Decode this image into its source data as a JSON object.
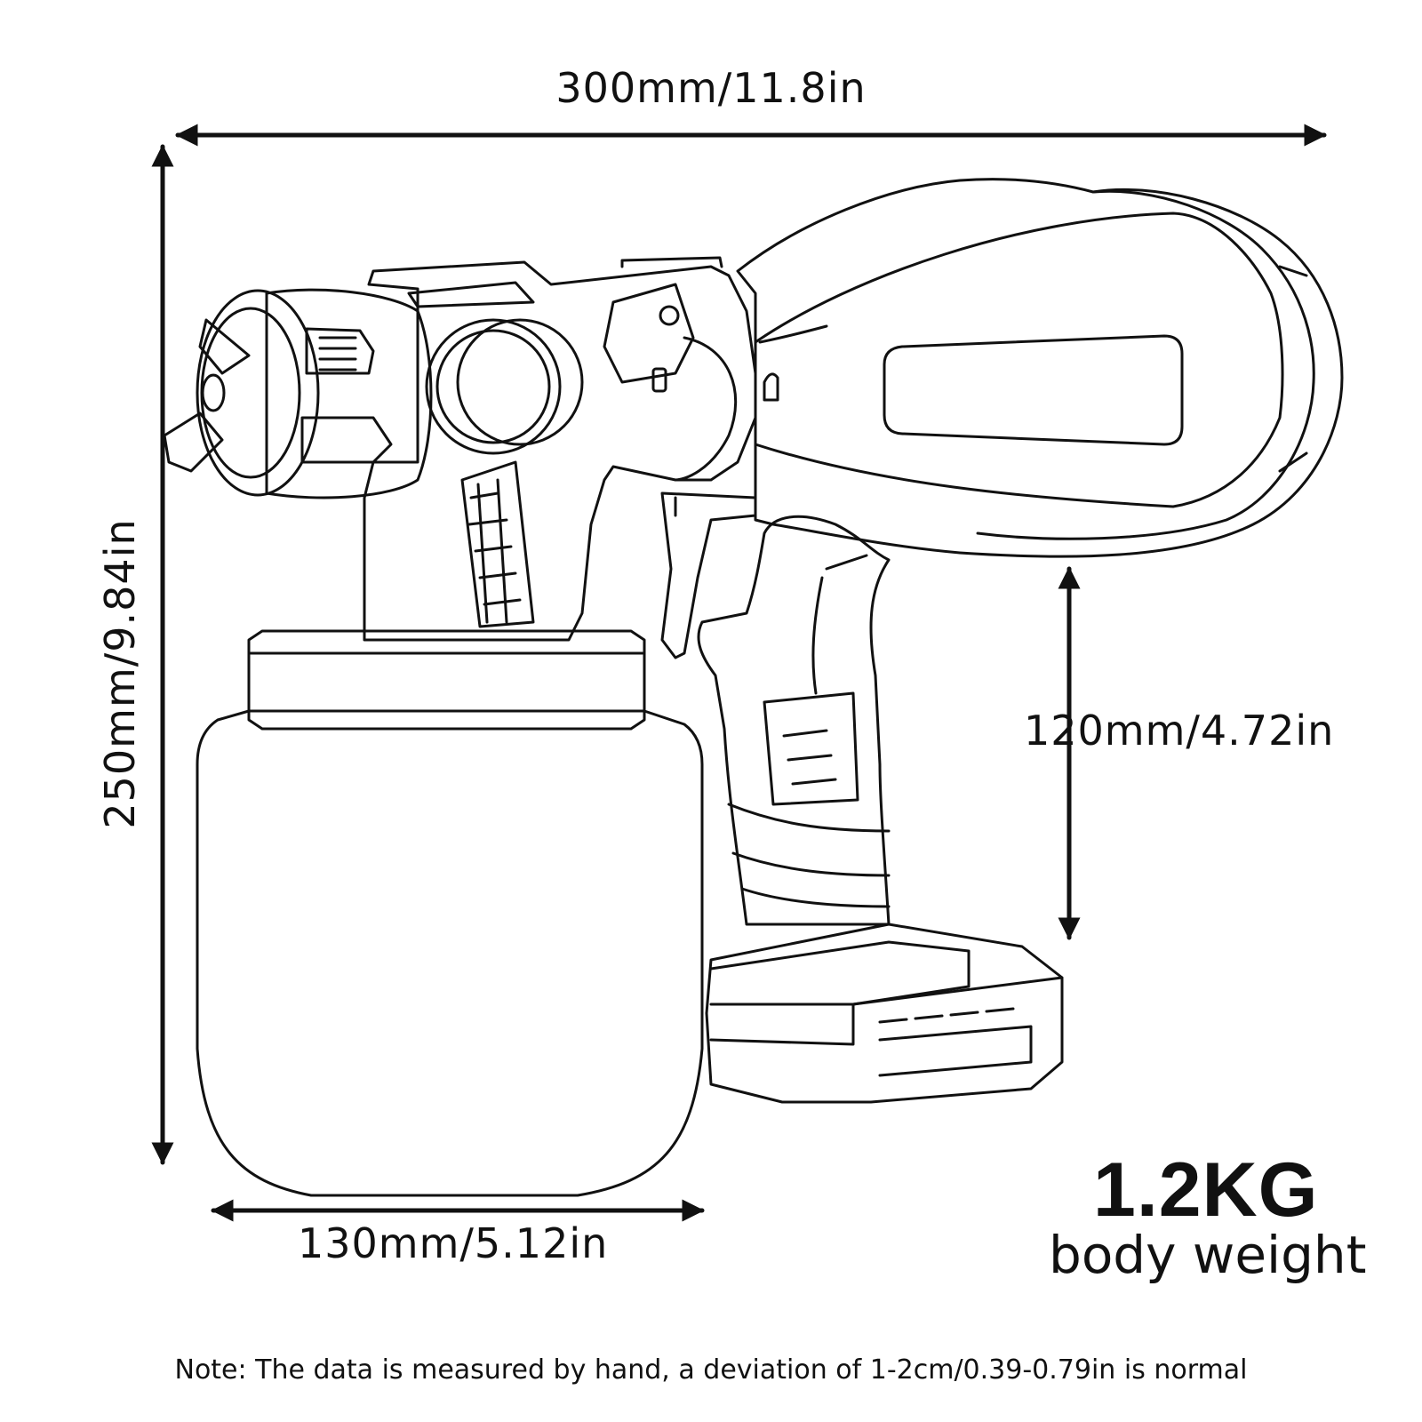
{
  "dimensions": {
    "length": "300mm/11.8in",
    "height": "250mm/9.84in",
    "handle_height": "120mm/4.72in",
    "tank_width": "130mm/5.12in"
  },
  "weight": {
    "value": "1.2KG",
    "label": "body weight"
  },
  "note": "Note: The data is measured by hand, a deviation of 1-2cm/0.39-0.79in is normal",
  "colors": {
    "line": "#111111",
    "background": "#ffffff"
  }
}
